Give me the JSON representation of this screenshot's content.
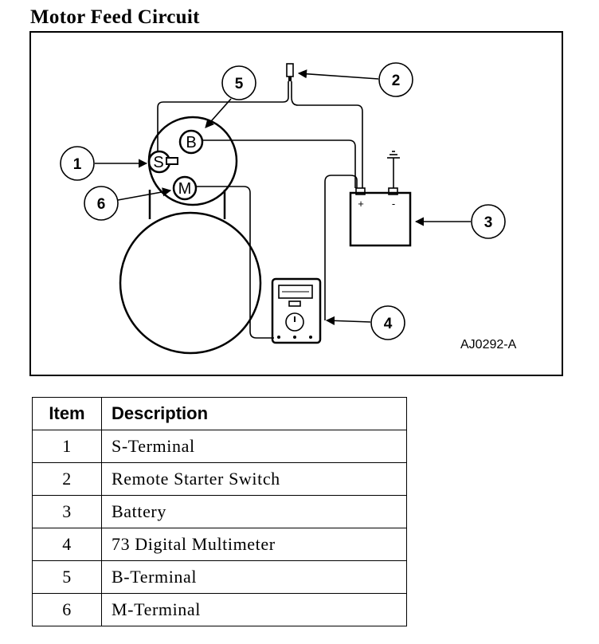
{
  "title": "Motor Feed Circuit",
  "figure": {
    "figure_id": "AJ0292-A",
    "terminal_labels": {
      "s": "S",
      "b": "B",
      "m": "M"
    },
    "callouts": [
      "1",
      "2",
      "3",
      "4",
      "5",
      "6"
    ],
    "battery_marks": {
      "plus": "+",
      "minus": "-"
    }
  },
  "table": {
    "headers": {
      "item": "Item",
      "description": "Description"
    },
    "rows": [
      {
        "item": "1",
        "description": "S-Terminal"
      },
      {
        "item": "2",
        "description": "Remote Starter Switch"
      },
      {
        "item": "3",
        "description": "Battery"
      },
      {
        "item": "4",
        "description": "73 Digital Multimeter"
      },
      {
        "item": "5",
        "description": "B-Terminal"
      },
      {
        "item": "6",
        "description": "M-Terminal"
      }
    ]
  }
}
